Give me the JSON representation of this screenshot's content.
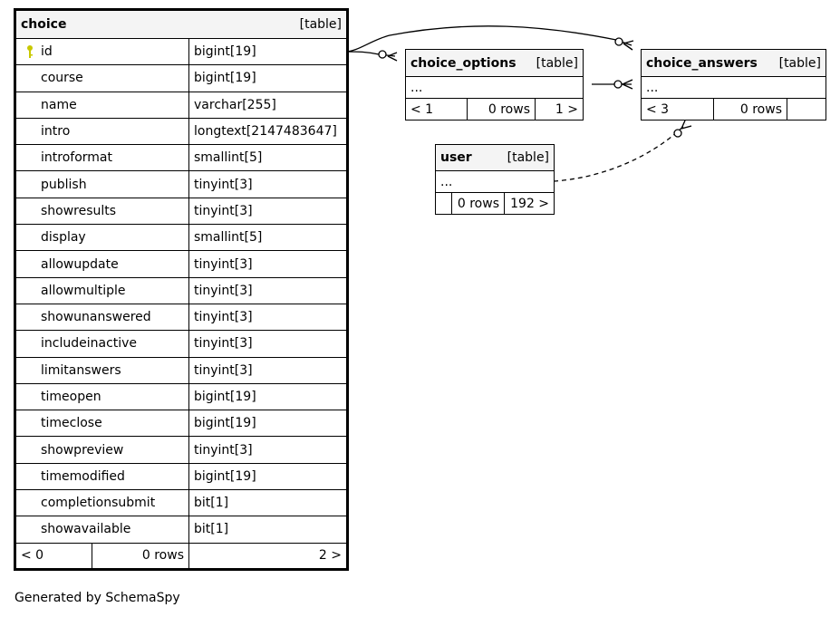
{
  "tables": {
    "choice": {
      "name": "choice",
      "type": "[table]",
      "columns": [
        {
          "name": "id",
          "type": "bigint[19]",
          "primary_key": true
        },
        {
          "name": "course",
          "type": "bigint[19]"
        },
        {
          "name": "name",
          "type": "varchar[255]"
        },
        {
          "name": "intro",
          "type": "longtext[2147483647]"
        },
        {
          "name": "introformat",
          "type": "smallint[5]"
        },
        {
          "name": "publish",
          "type": "tinyint[3]"
        },
        {
          "name": "showresults",
          "type": "tinyint[3]"
        },
        {
          "name": "display",
          "type": "smallint[5]"
        },
        {
          "name": "allowupdate",
          "type": "tinyint[3]"
        },
        {
          "name": "allowmultiple",
          "type": "tinyint[3]"
        },
        {
          "name": "showunanswered",
          "type": "tinyint[3]"
        },
        {
          "name": "includeinactive",
          "type": "tinyint[3]"
        },
        {
          "name": "limitanswers",
          "type": "tinyint[3]"
        },
        {
          "name": "timeopen",
          "type": "bigint[19]"
        },
        {
          "name": "timeclose",
          "type": "bigint[19]"
        },
        {
          "name": "showpreview",
          "type": "tinyint[3]"
        },
        {
          "name": "timemodified",
          "type": "bigint[19]"
        },
        {
          "name": "completionsubmit",
          "type": "bit[1]"
        },
        {
          "name": "showavailable",
          "type": "bit[1]"
        }
      ],
      "footer": {
        "parents": "< 0",
        "rows": "0 rows",
        "children": "2 >"
      }
    },
    "choice_options": {
      "name": "choice_options",
      "type": "[table]",
      "ellipsis": "...",
      "footer": {
        "parents": "< 1",
        "rows": "0 rows",
        "children": "1 >"
      }
    },
    "choice_answers": {
      "name": "choice_answers",
      "type": "[table]",
      "ellipsis": "...",
      "footer": {
        "parents": "< 3",
        "rows": "0 rows",
        "children": ""
      }
    },
    "user": {
      "name": "user",
      "type": "[table]",
      "ellipsis": "...",
      "footer": {
        "parents": "",
        "rows": "0 rows",
        "children": "192 >"
      }
    }
  },
  "relationships": [
    {
      "from": "choice.id",
      "to": "choice_options",
      "style": "solid"
    },
    {
      "from": "choice.id",
      "to": "choice_answers",
      "style": "solid"
    },
    {
      "from": "choice_options",
      "to": "choice_answers",
      "style": "solid"
    },
    {
      "from": "user",
      "to": "choice_answers",
      "style": "dashed"
    }
  ],
  "icons": {
    "primary_key": "key-icon"
  },
  "colors": {
    "key": "#c8c800",
    "header_bg": "#f4f4f4"
  },
  "generated_by": "Generated by SchemaSpy"
}
